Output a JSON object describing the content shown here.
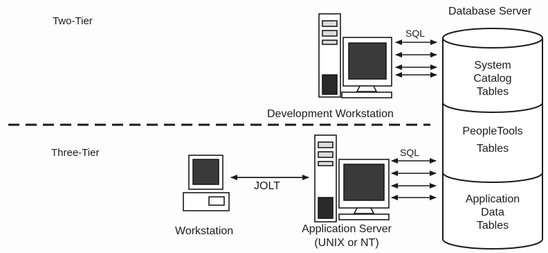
{
  "two_tier": {
    "label": "Two-Tier",
    "sql_label": "SQL",
    "client_label": "Development Workstation"
  },
  "three_tier": {
    "label": "Three-Tier",
    "jolt_label": "JOLT",
    "sql_label": "SQL",
    "workstation_label": "Workstation",
    "server_label": "Application Server",
    "server_sublabel": "(UNIX or NT)"
  },
  "database": {
    "title": "Database Server",
    "sections": [
      {
        "lines": [
          "System",
          "Catalog",
          "Tables"
        ]
      },
      {
        "lines": [
          "PeopleTools",
          "Tables"
        ]
      },
      {
        "lines": [
          "Application",
          "Data",
          "Tables"
        ]
      }
    ]
  },
  "style": {
    "ink": "#1a1a1a",
    "paper": "#fdfdfd"
  }
}
